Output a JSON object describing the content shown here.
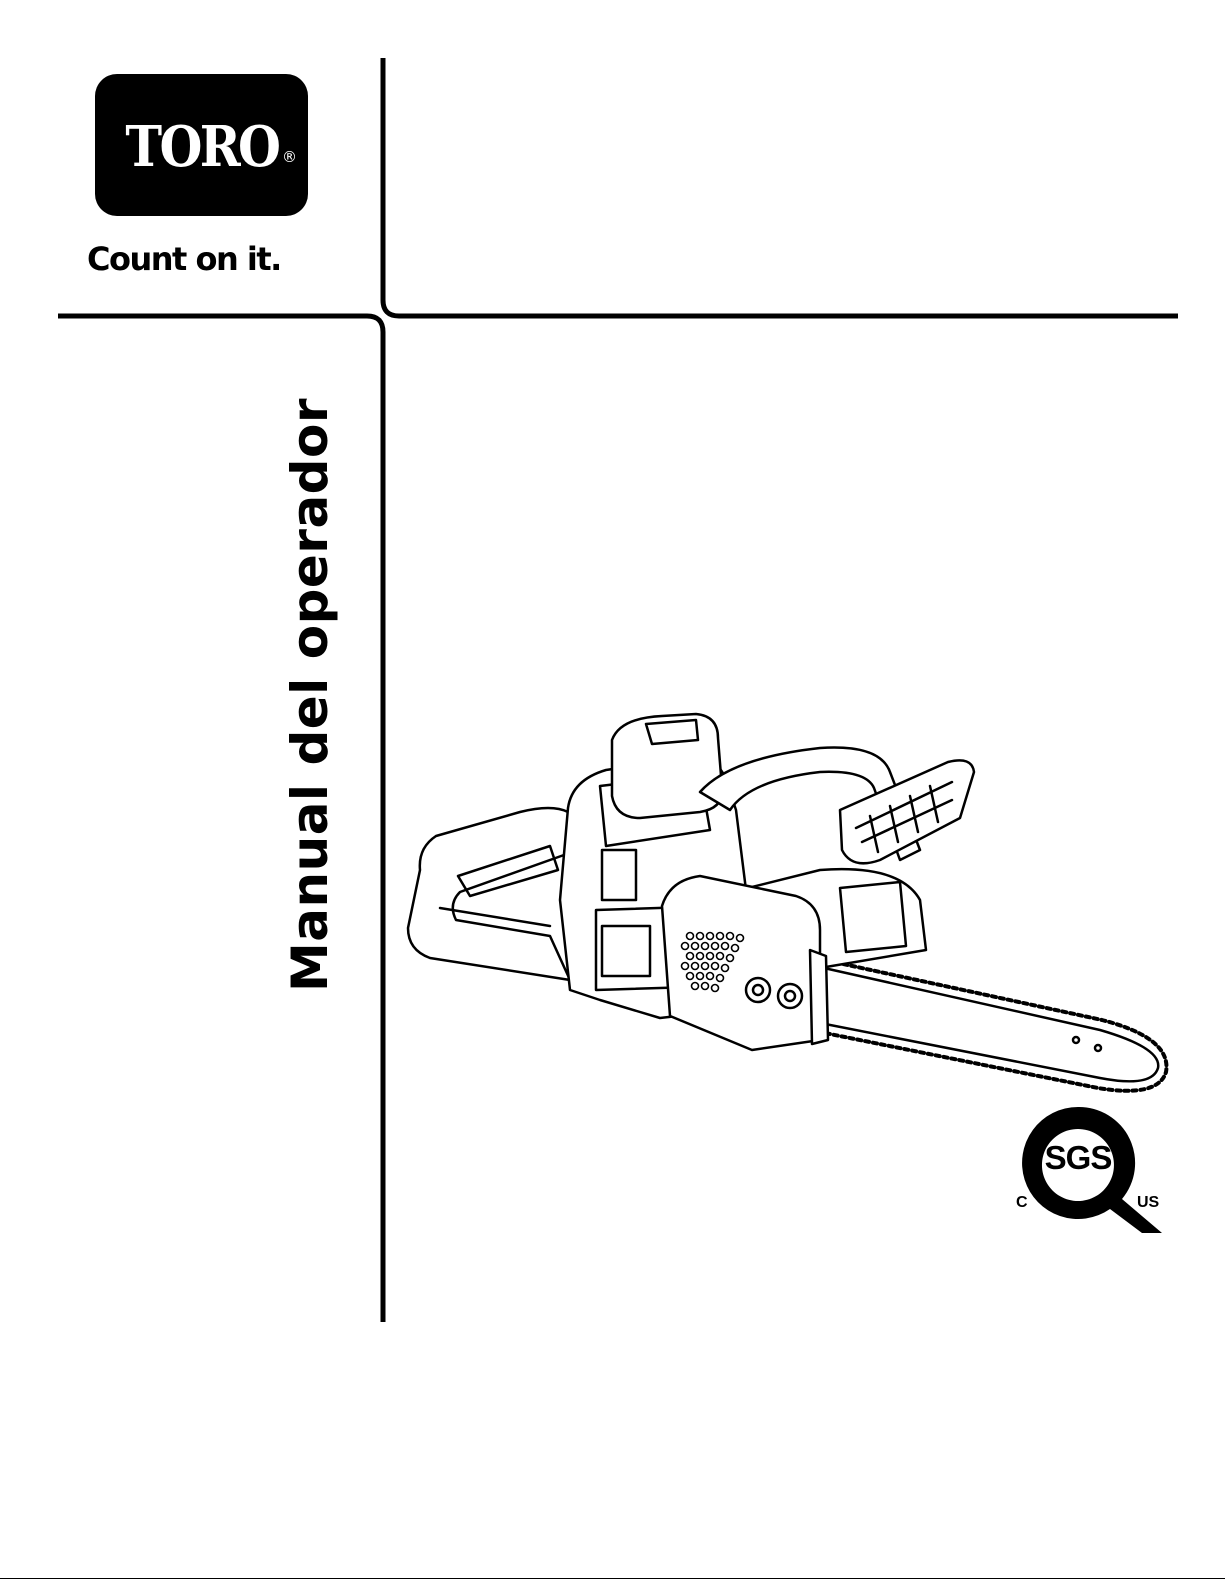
{
  "brand": {
    "logo_text": "TORO",
    "registered_mark": "®",
    "tagline": "Count on it."
  },
  "document": {
    "title": "Manual del operador"
  },
  "certification": {
    "mark": "SGS",
    "left_label": "C",
    "right_label": "US"
  },
  "illustration": {
    "subject": "chainsaw-illustration"
  }
}
